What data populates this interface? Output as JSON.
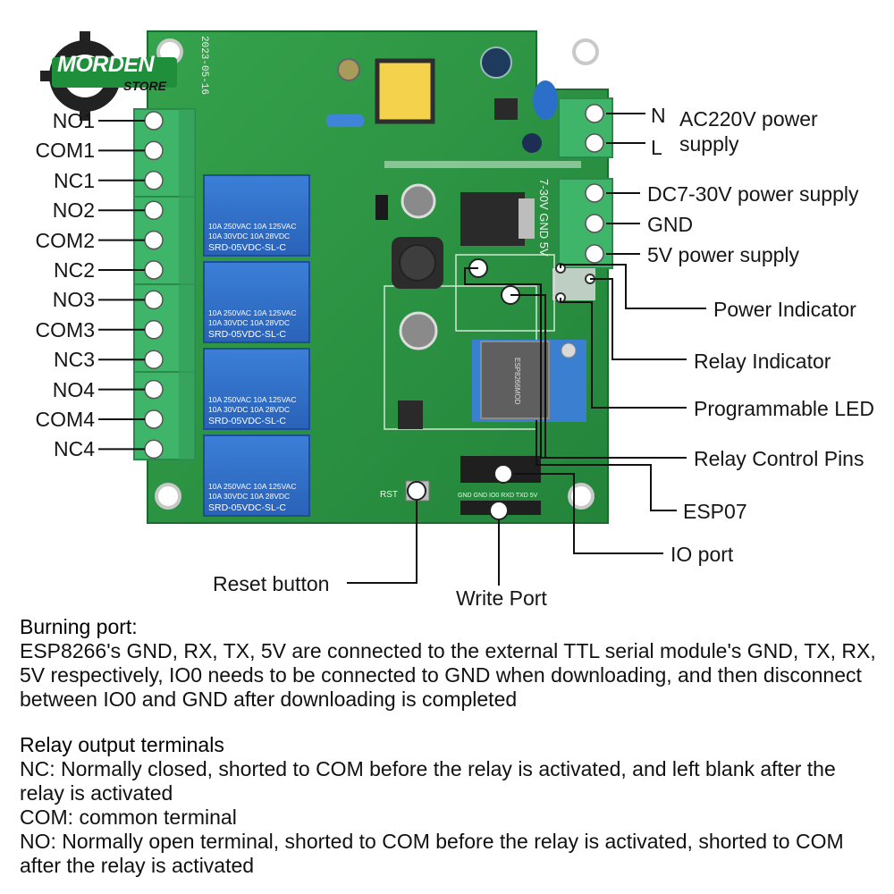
{
  "logo": {
    "brand": "MORDEN",
    "sub": "STORE"
  },
  "board": {
    "date": "2023-05-16",
    "relays": [
      {
        "spec1": "10A 250VAC  10A 125VAC",
        "spec2": "10A 30VDC  10A 28VDC",
        "model": "SRD-05VDC-SL-C"
      },
      {
        "spec1": "10A 250VAC  10A 125VAC",
        "spec2": "10A 30VDC  10A 28VDC",
        "model": "SRD-05VDC-SL-C"
      },
      {
        "spec1": "10A 250VAC  10A 125VAC",
        "spec2": "10A 30VDC  10A 28VDC",
        "model": "SRD-05VDC-SL-C"
      },
      {
        "spec1": "10A 250VAC  10A 125VAC",
        "spec2": "10A 30VDC  10A 28VDC",
        "model": "SRD-05VDC-SL-C"
      }
    ],
    "module_text": "ESP8266MOD",
    "silk_power": "7-30V GND 5V",
    "silk_rst": "RST",
    "silk_header": "GND GND IO0 RXD TXD 5V"
  },
  "labels": {
    "left": [
      "NO1",
      "COM1",
      "NC1",
      "NO2",
      "COM2",
      "NC2",
      "NO3",
      "COM3",
      "NC3",
      "NO4",
      "COM4",
      "NC4"
    ],
    "n": "N",
    "l": "L",
    "ac_line1": "AC220V power",
    "ac_line2": "supply",
    "dc": "DC7-30V power supply",
    "gnd": "GND",
    "v5": "5V power supply",
    "power_indicator": "Power Indicator",
    "relay_indicator": "Relay Indicator",
    "programmable_led": "Programmable LED",
    "relay_control_pins": "Relay Control Pins",
    "esp07": "ESP07",
    "io_port": "IO port",
    "reset_button": "Reset button",
    "write_port": "Write Port"
  },
  "notes": {
    "burning_title": "Burning port:",
    "burning_body": "ESP8266's GND, RX, TX, 5V are connected to the external TTL serial module's GND, TX, RX, 5V respectively, IO0 needs to be connected to GND when downloading, and then disconnect between IO0 and GND after downloading is completed",
    "relay_title": "Relay output terminals",
    "relay_nc": "NC: Normally closed, shorted to COM before the relay is activated, and left blank after the relay is activated",
    "relay_com": "COM: common terminal",
    "relay_no": "NO: Normally open terminal, shorted to COM before the relay is activated, shorted to COM after the relay is activated"
  },
  "colors": {
    "pcb": "#2f9a46",
    "pcb_dark": "#1f7a35",
    "terminal": "#3fb56a",
    "relay": "#2f6fc9",
    "module": "#3a3a3a"
  }
}
